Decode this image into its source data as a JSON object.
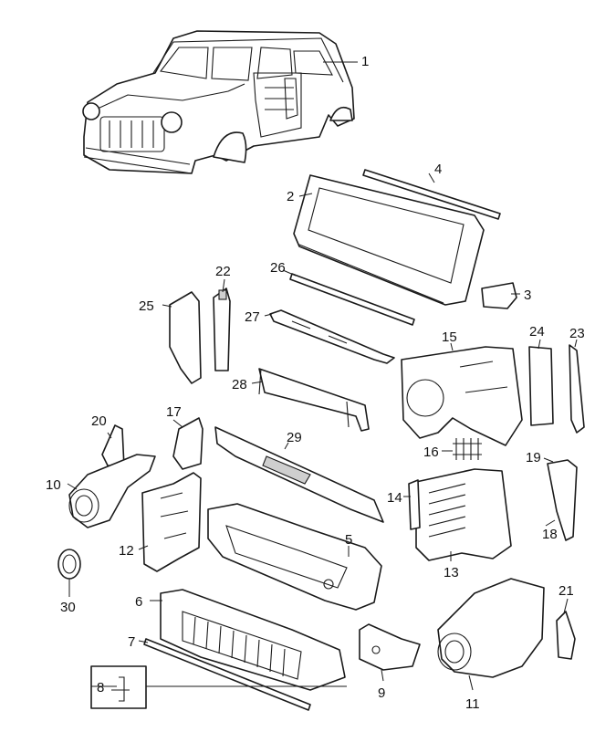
{
  "diagram": {
    "parts": [
      {
        "id": "1",
        "label": "1"
      },
      {
        "id": "2",
        "label": "2"
      },
      {
        "id": "3",
        "label": "3"
      },
      {
        "id": "4",
        "label": "4"
      },
      {
        "id": "5",
        "label": "5"
      },
      {
        "id": "6",
        "label": "6"
      },
      {
        "id": "7",
        "label": "7"
      },
      {
        "id": "8",
        "label": "8"
      },
      {
        "id": "9",
        "label": "9"
      },
      {
        "id": "10",
        "label": "10"
      },
      {
        "id": "11",
        "label": "11"
      },
      {
        "id": "12",
        "label": "12"
      },
      {
        "id": "13",
        "label": "13"
      },
      {
        "id": "14",
        "label": "14"
      },
      {
        "id": "15",
        "label": "15"
      },
      {
        "id": "16",
        "label": "16"
      },
      {
        "id": "17",
        "label": "17"
      },
      {
        "id": "18",
        "label": "18"
      },
      {
        "id": "19",
        "label": "19"
      },
      {
        "id": "20",
        "label": "20"
      },
      {
        "id": "21",
        "label": "21"
      },
      {
        "id": "22",
        "label": "22"
      },
      {
        "id": "23",
        "label": "23"
      },
      {
        "id": "24",
        "label": "24"
      },
      {
        "id": "25",
        "label": "25"
      },
      {
        "id": "26",
        "label": "26"
      },
      {
        "id": "27",
        "label": "27"
      },
      {
        "id": "28",
        "label": "28"
      },
      {
        "id": "29",
        "label": "29"
      },
      {
        "id": "30",
        "label": "30"
      }
    ]
  }
}
